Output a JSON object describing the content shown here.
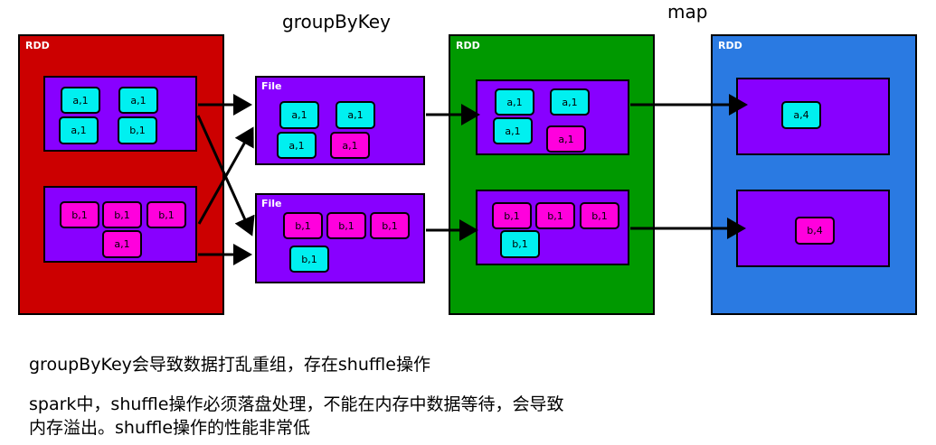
{
  "titles": {
    "group_by_key": "groupByKey",
    "map": "map"
  },
  "colors": {
    "rdd1": "#cc0000",
    "rdd2": "#009900",
    "rdd3": "#2a7ae2",
    "partition": "#8800ff",
    "chip_cyan": "#00f0f0",
    "chip_magenta": "#ff00dd"
  },
  "rdd1": {
    "label": "RDD",
    "p1": [
      "a,1",
      "a,1",
      "a,1",
      "b,1"
    ],
    "p2": [
      "b,1",
      "b,1",
      "b,1",
      "a,1"
    ]
  },
  "files": {
    "f1": {
      "label": "File",
      "items": [
        "a,1",
        "a,1",
        "a,1",
        "a,1"
      ]
    },
    "f2": {
      "label": "File",
      "items": [
        "b,1",
        "b,1",
        "b,1",
        "b,1"
      ]
    }
  },
  "rdd2": {
    "label": "RDD",
    "p1": [
      "a,1",
      "a,1",
      "a,1",
      "a,1"
    ],
    "p2": [
      "b,1",
      "b,1",
      "b,1",
      "b,1"
    ]
  },
  "rdd3": {
    "label": "RDD",
    "p1": [
      "a,4"
    ],
    "p2": [
      "b,4"
    ]
  },
  "captions": {
    "line1": "groupByKey会导致数据打乱重组，存在shuffle操作",
    "line2": "spark中，shuffle操作必须落盘处理，不能在内存中数据等待，会导致",
    "line3": "内存溢出。shuffle操作的性能非常低"
  }
}
